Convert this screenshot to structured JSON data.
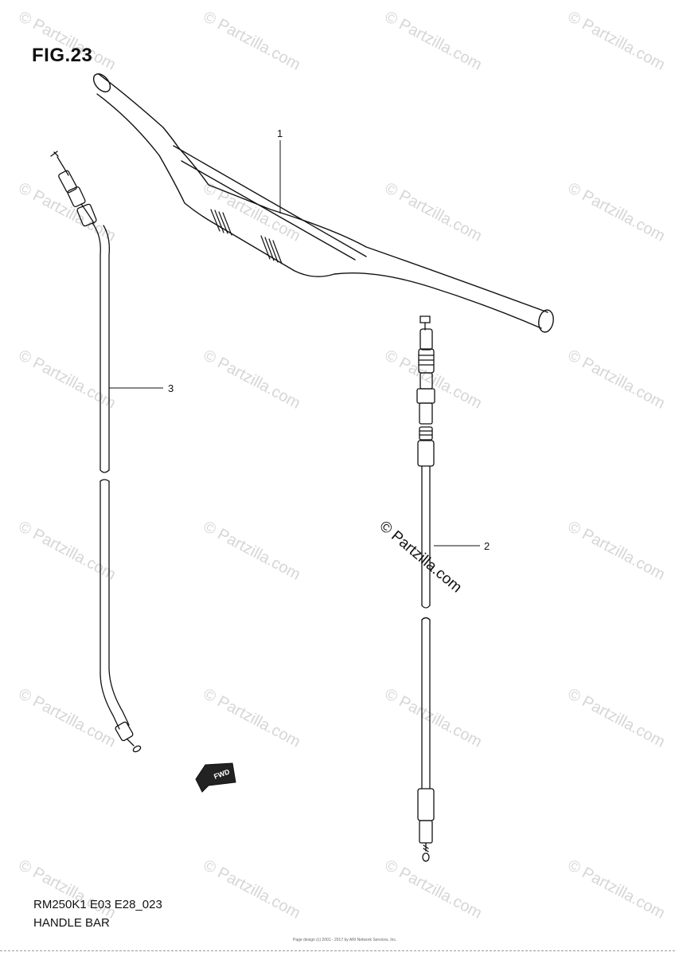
{
  "figure": {
    "title": "FIG.23",
    "model_code": "RM250K1 E03 E28_023",
    "caption": "HANDLE BAR",
    "footer_credit": "Page design (c) 2001 - 2017 by ARI Network Services, Inc."
  },
  "callouts": [
    {
      "id": "1",
      "label": "1"
    },
    {
      "id": "2",
      "label": "2"
    },
    {
      "id": "3",
      "label": "3"
    }
  ],
  "fwd_label": "FWD",
  "watermark": {
    "text": "© Partzilla.com",
    "main_text": "© Partzilla.com",
    "color": "#d6d6d6"
  }
}
